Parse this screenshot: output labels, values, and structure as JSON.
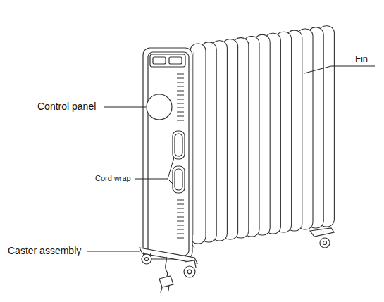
{
  "diagram": {
    "labels": [
      "Control panel",
      "Cord wrap",
      "Caster assembly",
      "Fin"
    ]
  }
}
